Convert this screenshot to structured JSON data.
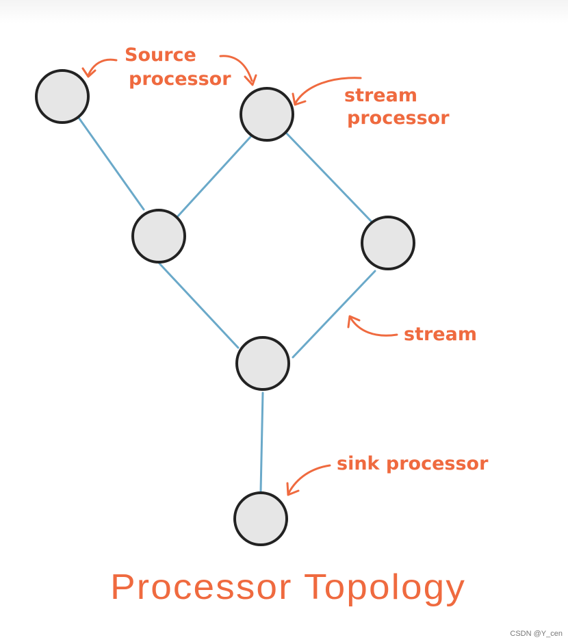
{
  "diagram": {
    "title": "Processor Topology",
    "labels": {
      "source": [
        "Source",
        "processor"
      ],
      "stream_processor": [
        "stream",
        "processor"
      ],
      "stream": "stream",
      "sink": "sink processor"
    },
    "nodes": [
      "source-processor",
      "stream-processor",
      "left-middle",
      "right-middle",
      "merge",
      "sink-processor"
    ],
    "edges": [
      [
        "source-processor",
        "left-middle"
      ],
      [
        "stream-processor",
        "left-middle"
      ],
      [
        "stream-processor",
        "right-middle"
      ],
      [
        "left-middle",
        "merge"
      ],
      [
        "right-middle",
        "merge"
      ],
      [
        "merge",
        "sink-processor"
      ]
    ],
    "colors": {
      "accent": "#ef6a3f",
      "edge": "#6aa9c9",
      "node_fill": "#e6e6e6",
      "node_stroke": "#222222"
    }
  },
  "watermark": "CSDN @Y_cen"
}
